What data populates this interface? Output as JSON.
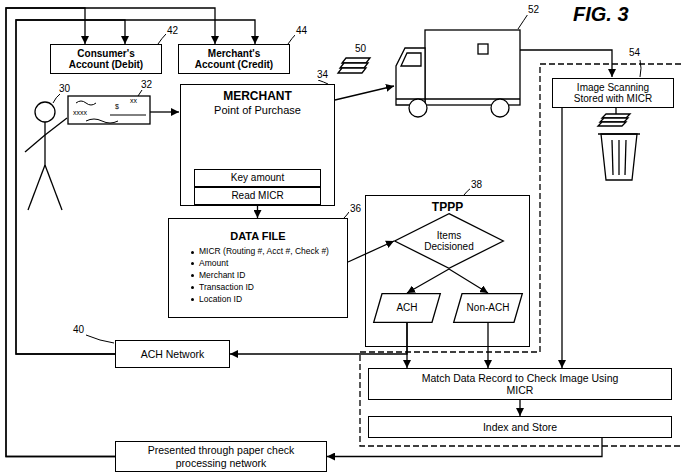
{
  "diagram": {
    "title": "FIG. 3",
    "nodes": [
      {
        "text": [
          "Consumer's Account (Debit)"
        ]
      },
      {
        "text": [
          "Merchant's Account (Credit)"
        ]
      },
      {
        "text": [
          "MERCHANT",
          "Point of Purchase"
        ]
      },
      {
        "text": [
          "Key amount"
        ],
        "in": 2
      },
      {
        "text": [
          "Read MICR"
        ],
        "in": 2
      },
      {
        "text": [
          "DATA FILE",
          "MICR (Routing #, Acct #, Check #)",
          "Amount",
          "Merchant ID",
          "Transaction ID",
          "Location ID"
        ]
      },
      {
        "text": [
          "TPPP"
        ]
      },
      {
        "text": [
          "Items Decisioned"
        ],
        "in": 6
      },
      {
        "text": [
          "ACH"
        ],
        "in": 6
      },
      {
        "text": [
          "Non-ACH"
        ],
        "in": 6
      },
      {
        "text": [
          "ACH Network"
        ]
      },
      {
        "text": [
          "Image Scanning Stored with MICR"
        ]
      },
      {
        "text": [
          "Match Data Record to Check Image Using MICR"
        ]
      },
      {
        "text": [
          "Index and Store"
        ]
      },
      {
        "text": [
          "Presented through paper check processing network"
        ]
      }
    ],
    "edges": [
      {
        "from": 2,
        "to": 5,
        "arrow": "to"
      },
      {
        "from": 5,
        "to": 7,
        "arrow": "to"
      },
      {
        "from": 7,
        "to": 8,
        "arrow": "to"
      },
      {
        "from": 7,
        "to": 9,
        "arrow": "to"
      },
      {
        "from": 8,
        "to": 10,
        "arrow": "to"
      },
      {
        "from": 8,
        "to": 12,
        "arrow": "to"
      },
      {
        "from": 9,
        "to": 12,
        "arrow": "to"
      },
      {
        "from": 11,
        "to": 12,
        "arrow": "to"
      },
      {
        "from": 12,
        "to": 13,
        "arrow": "to"
      },
      {
        "from": 13,
        "to": 14,
        "arrow": "to"
      },
      {
        "from": 10,
        "to": 0,
        "arrow": "to"
      },
      {
        "from": 10,
        "to": 1,
        "arrow": "to"
      },
      {
        "from": 14,
        "to": 0,
        "arrow": "to"
      },
      {
        "from": 14,
        "to": 1,
        "arrow": "to"
      }
    ],
    "labels": [
      "42",
      "44",
      "30",
      "32",
      "xx",
      "$",
      "xxxx",
      "34",
      "50",
      "52",
      "54",
      "36",
      "38",
      "40"
    ]
  }
}
